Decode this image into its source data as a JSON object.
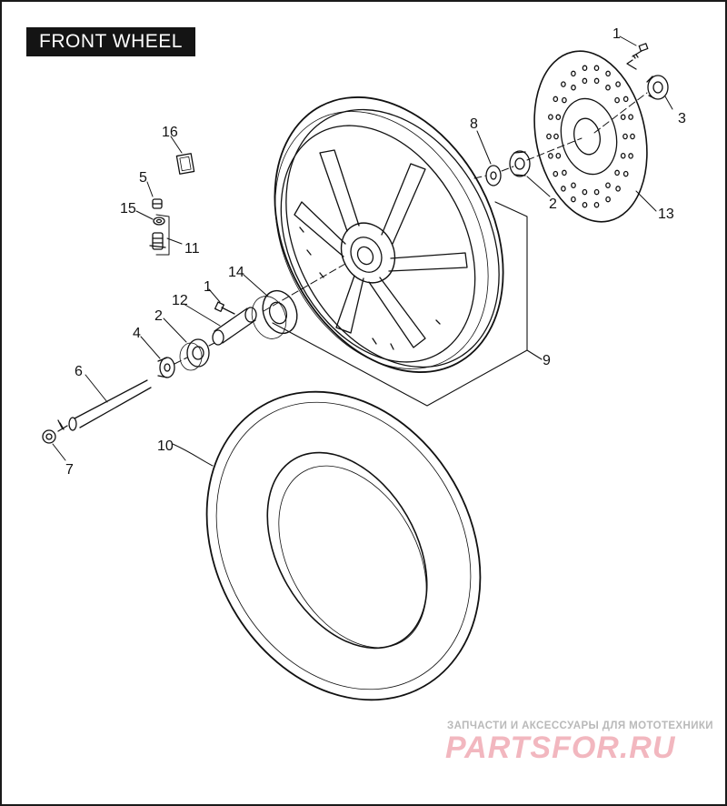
{
  "title": "FRONT WHEEL",
  "callouts": {
    "c1_top": "1",
    "c3": "3",
    "c8": "8",
    "c2_right": "2",
    "c13": "13",
    "c16": "16",
    "c5": "5",
    "c15": "15",
    "c11": "11",
    "c14": "14",
    "c1_left": "1",
    "c12": "12",
    "c2_left": "2",
    "c4": "4",
    "c6": "6",
    "c7": "7",
    "c9": "9",
    "c10": "10"
  },
  "watermark": {
    "tagline": "ЗАПЧАСТИ И АКСЕССУАРЫ ДЛЯ МОТОТЕХНИКИ",
    "brand": "PARTSFOR.RU"
  },
  "colors": {
    "ink": "#111111",
    "title_bg": "#141414",
    "title_text": "#ffffff",
    "watermark_brand": "#f2b7bf",
    "watermark_text": "#b9b9b9"
  }
}
